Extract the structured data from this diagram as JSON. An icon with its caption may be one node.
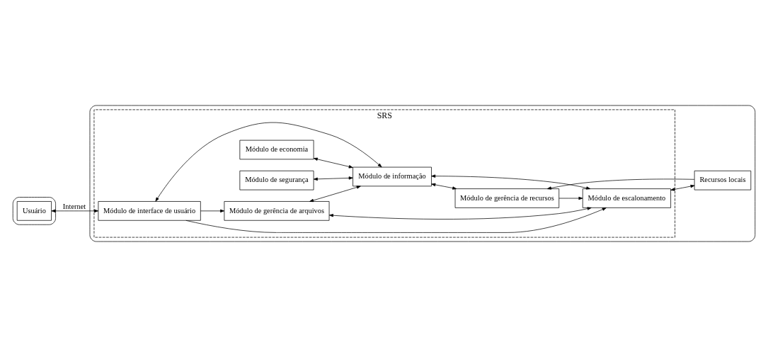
{
  "diagram": {
    "nodes": [
      {
        "text": [],
        "shape": "box"
      },
      {
        "text": [
          "Usuário"
        ],
        "in": 0
      },
      {
        "text": [],
        "shape": "box"
      },
      {
        "text": [
          "SRS"
        ],
        "in": 2
      },
      {
        "text": [
          "Módulo de economia"
        ],
        "in": 3
      },
      {
        "text": [
          "Módulo de interface de usuário"
        ],
        "in": 3
      },
      {
        "text": [
          "Módulo de segurança"
        ],
        "in": 3
      },
      {
        "text": [
          "Módulo de gerência de arquivos"
        ],
        "in": 3
      },
      {
        "text": [
          "Módulo de informação"
        ],
        "in": 3
      },
      {
        "text": [
          "Módulo de escalonamento"
        ],
        "in": 3
      },
      {
        "text": [
          "Módulo de gerência de recursos"
        ],
        "in": 3
      },
      {
        "text": [
          "Recursos locais"
        ],
        "in": 2
      }
    ],
    "edges": [
      {
        "from": 1,
        "to": 5,
        "arrow": "both",
        "label": "Internet"
      },
      {
        "from": 4,
        "to": 8,
        "arrow": "both"
      },
      {
        "from": 5,
        "to": 7,
        "arrow": "to"
      },
      {
        "from": 5,
        "to": 8,
        "arrow": "both"
      },
      {
        "from": 6,
        "to": 8,
        "arrow": "both"
      },
      {
        "from": 5,
        "to": 9,
        "arrow": "to"
      },
      {
        "from": 7,
        "to": 8,
        "arrow": "both"
      },
      {
        "from": 7,
        "to": 9,
        "arrow": "both"
      },
      {
        "from": 8,
        "to": 9,
        "arrow": "both"
      },
      {
        "from": 9,
        "to": 11,
        "arrow": "both"
      },
      {
        "from": 8,
        "to": 10,
        "arrow": "both"
      },
      {
        "from": 10,
        "to": 9,
        "arrow": "to"
      },
      {
        "from": 11,
        "to": 10,
        "arrow": "to"
      }
    ]
  }
}
